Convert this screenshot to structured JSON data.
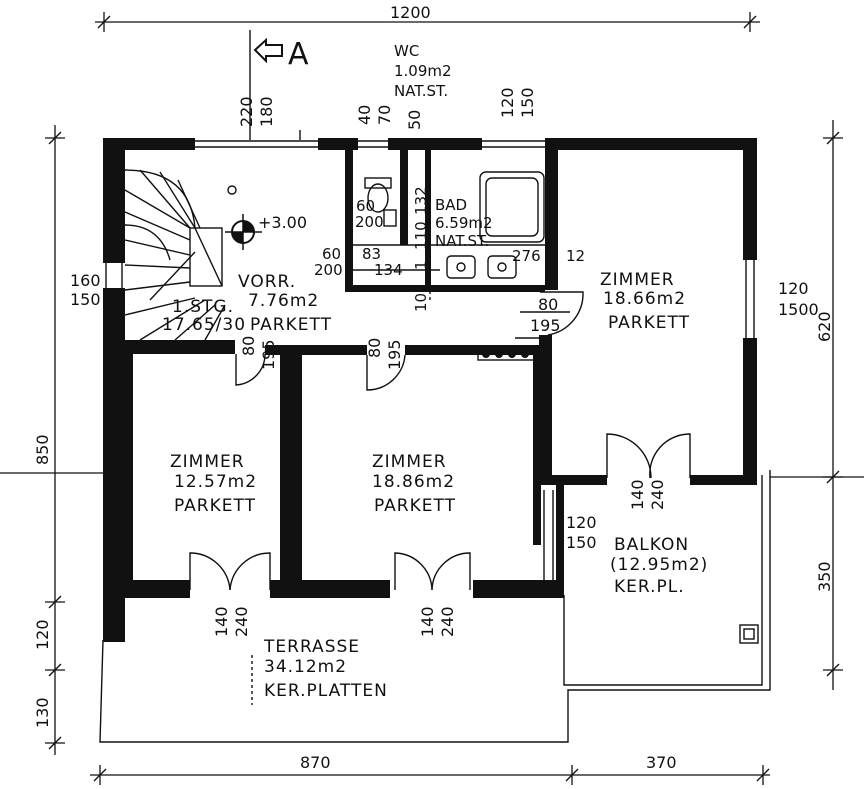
{
  "rooms": {
    "wc": [
      "WC",
      "1.09m2",
      "NAT.ST."
    ],
    "bad": [
      "BAD",
      "6.59m2",
      "NAT.ST."
    ],
    "vorr": [
      "VORR.",
      "7.76m2",
      "PARKETT"
    ],
    "stg": [
      "1.STG.",
      "17.65/30"
    ],
    "z_ne": [
      "ZIMMER",
      "18.66m2",
      "PARKETT"
    ],
    "z_w": [
      "ZIMMER",
      "12.57m2",
      "PARKETT"
    ],
    "z_m": [
      "ZIMMER",
      "18.86m2",
      "PARKETT"
    ],
    "balkon": [
      "BALKON",
      "(12.95m2)",
      "KER.PL."
    ],
    "terrasse": [
      "TERRASSE",
      "34.12m2",
      "KER.PLATTEN"
    ]
  },
  "dims": {
    "top": "1200",
    "bottom_left": "870",
    "bottom_right": "370",
    "left_850": "850",
    "left_120": "120",
    "left_130": "130",
    "right_620": "620",
    "right_350": "350",
    "win_left": [
      "160",
      "150"
    ],
    "win_right": [
      "120",
      "1500"
    ],
    "win_stair": [
      "220",
      "180"
    ],
    "win_wc": [
      "40",
      "70"
    ],
    "win_bath": [
      "120",
      "150"
    ],
    "wc_50": "50",
    "bath_a": [
      "60",
      "200"
    ],
    "bath_b": [
      "60",
      "83",
      "200",
      "134"
    ],
    "bath_c": [
      "132",
      "110",
      "1"
    ],
    "bath_d": [
      "276",
      "12",
      "10"
    ],
    "door_ne": [
      "80",
      "195"
    ],
    "door_w": [
      "80",
      "195"
    ],
    "door_m": [
      "80",
      "195"
    ],
    "balc_door": [
      "140",
      "240"
    ],
    "door_t1": [
      "140",
      "240"
    ],
    "door_t2": [
      "140",
      "240"
    ],
    "side_win": [
      "120",
      "150"
    ],
    "level": "+3.00"
  },
  "section_marker": "A"
}
